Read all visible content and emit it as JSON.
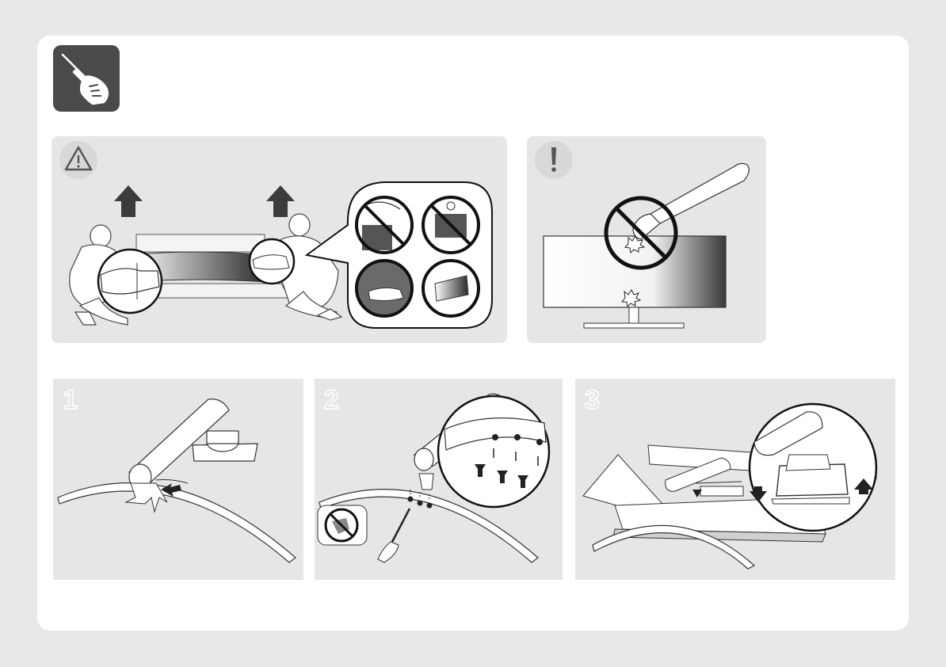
{
  "document": {
    "section_icon": "screwdriver-hand-icon",
    "caution_icon": "warning-triangle-icon",
    "notice_icon": "exclamation-icon",
    "steps": [
      {
        "number": "1"
      },
      {
        "number": "2"
      },
      {
        "number": "3"
      }
    ]
  },
  "colors": {
    "page_background": "#e8e8e8",
    "card_background": "#ffffff",
    "panel_background": "#e6e6e6",
    "badge_dark": "#4a4a4a",
    "prohibition_red": "#111111"
  }
}
